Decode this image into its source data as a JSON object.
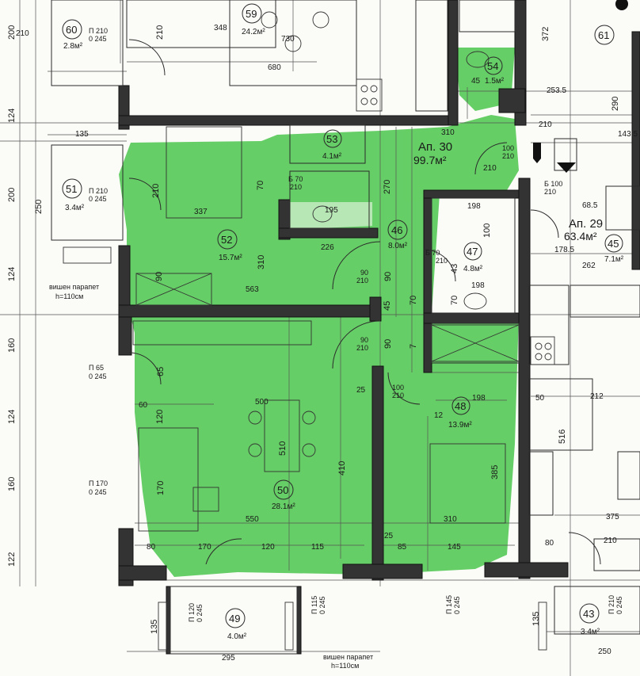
{
  "highlight_color": "#3cc23c",
  "apartments": [
    {
      "id": "apt30",
      "title": "Ап. 30",
      "area": "99.7м²"
    },
    {
      "id": "apt29",
      "title": "Ап. 29",
      "area": "63.4м²"
    }
  ],
  "rooms": [
    {
      "num": "60",
      "area": "2.8м²"
    },
    {
      "num": "59",
      "area": "24.2м²"
    },
    {
      "num": "61",
      "area": ""
    },
    {
      "num": "54",
      "area": "1.5м²"
    },
    {
      "num": "53",
      "area": "4.1м²"
    },
    {
      "num": "51",
      "area": "3.4м²"
    },
    {
      "num": "52",
      "area": "15.7м²"
    },
    {
      "num": "46",
      "area": "8.0м²"
    },
    {
      "num": "47",
      "area": "4.8м²"
    },
    {
      "num": "45",
      "area": "7.1м²"
    },
    {
      "num": "50",
      "area": "28.1м²"
    },
    {
      "num": "48",
      "area": "13.9м²"
    },
    {
      "num": "49",
      "area": "4.0м²"
    },
    {
      "num": "43",
      "area": "3.4м²"
    }
  ],
  "dimensions": [
    "210",
    "348",
    "730",
    "680",
    "372",
    "253.5",
    "290",
    "143.5",
    "68.5",
    "178.5",
    "262",
    "135",
    "200",
    "250",
    "124",
    "160",
    "122",
    "337",
    "226",
    "563",
    "195",
    "198",
    "310",
    "500",
    "510",
    "550",
    "170",
    "120",
    "115",
    "85",
    "145",
    "25",
    "375",
    "210",
    "212",
    "516",
    "295",
    "250",
    "410",
    "385",
    "60",
    "65",
    "80",
    "50",
    "270",
    "100",
    "70",
    "90",
    "45",
    "12",
    "7",
    "43"
  ],
  "door_tags": [
    {
      "top": "П 210",
      "bottom": "0 245"
    },
    {
      "top": "П 210",
      "bottom": "0 245"
    },
    {
      "top": "П 65",
      "bottom": "0 245"
    },
    {
      "top": "П 170",
      "bottom": "0 245"
    },
    {
      "top": "П 120",
      "bottom": "0 245"
    },
    {
      "top": "П 115",
      "bottom": "0 245"
    },
    {
      "top": "П 145",
      "bottom": "0 245"
    },
    {
      "top": "П 210",
      "bottom": "0 245"
    },
    {
      "top": "Б 70",
      "bottom": "210"
    },
    {
      "top": "Б 70",
      "bottom": "210"
    },
    {
      "top": "90",
      "bottom": "210"
    },
    {
      "top": "90",
      "bottom": "210"
    },
    {
      "top": "Б 100",
      "bottom": "210"
    },
    {
      "top": "100",
      "bottom": "210"
    },
    {
      "top": "100",
      "bottom": "210"
    }
  ],
  "notes": {
    "parapet_left": "вишен парапет",
    "parapet_left_h": "h=110см",
    "parapet_bottom": "вишен парапет",
    "parapet_bottom_h": "h=110см"
  }
}
